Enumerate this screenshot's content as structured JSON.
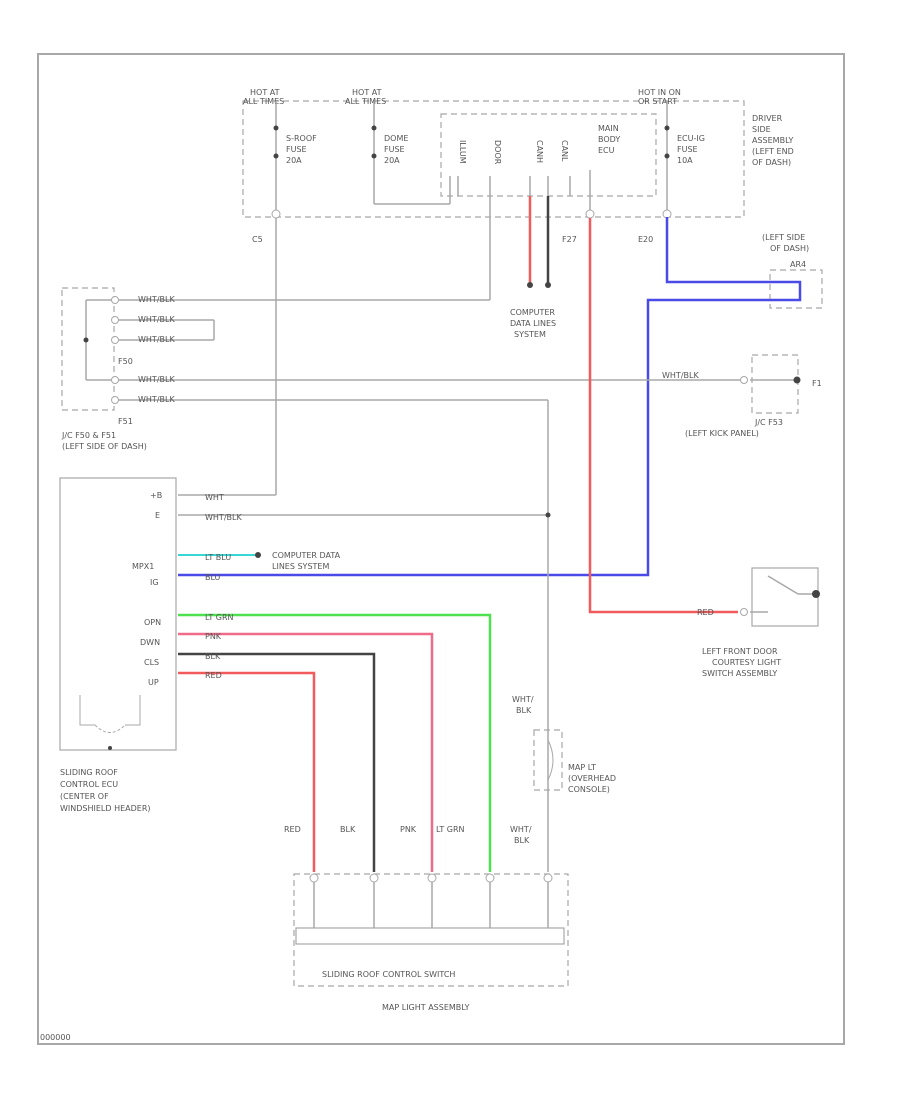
{
  "colors": {
    "red": "#f25b5b",
    "blue": "#4a4ae8",
    "green": "#4fe04f",
    "pink": "#f06a8a",
    "cyan": "#39d6d6",
    "black": "#444444",
    "wire": "#a8a8a8"
  },
  "fuse_box": {
    "hot1": [
      "HOT AT",
      "ALL TIMES"
    ],
    "hot2": [
      "HOT AT",
      "ALL TIMES"
    ],
    "hot3": [
      "HOT IN ON",
      "OR START"
    ],
    "fuse1": [
      "S-ROOF",
      "FUSE",
      "20A"
    ],
    "fuse2": [
      "DOME",
      "FUSE",
      "20A"
    ],
    "ecu": [
      "MAIN",
      "BODY",
      "ECU"
    ],
    "fuse3": [
      "ECU-IG",
      "FUSE",
      "10A"
    ],
    "side_label": [
      "DRIVER",
      "SIDE",
      "ASSEMBLY",
      "(LEFT END",
      "OF DASH)"
    ],
    "pin_labels": [
      "ILLUM",
      "DOOR",
      "CANH",
      "CANL"
    ],
    "c_left": "C5",
    "c_mid": "F27",
    "c_right": "E20"
  },
  "left_side": {
    "label": [
      "(LEFT SIDE",
      "OF DASH)"
    ],
    "jc": "AR4"
  },
  "jc_left": {
    "rows": [
      "WHT/BLK",
      "WHT/BLK",
      "WHT/BLK",
      "WHT/BLK",
      "WHT/BLK"
    ],
    "f50": "F50",
    "f51": "F51",
    "caption": [
      "J/C F50 & F51",
      "(LEFT SIDE OF DASH)"
    ]
  },
  "computer_lines": [
    "COMPUTER",
    "DATA LINES",
    "SYSTEM"
  ],
  "jc_right": {
    "wire": "WHT/BLK",
    "ground": "F1",
    "caption": [
      "J/C F53",
      "(LEFT KICK PANEL)"
    ]
  },
  "ecu_module": {
    "pins": [
      "+B",
      "E",
      "",
      "MPX1",
      "IG",
      "OPN",
      "DWN",
      "CLS",
      "UP"
    ],
    "wires": [
      "WHT",
      "WHT/BLK",
      "",
      "LT BLU",
      "BLU",
      "LT GRN",
      "PNK",
      "BLK",
      "RED"
    ],
    "data_note": [
      "COMPUTER DATA",
      "LINES SYSTEM"
    ],
    "caption": [
      "SLIDING ROOF",
      "CONTROL ECU",
      "(CENTER OF",
      "WINDSHIELD HEADER)"
    ]
  },
  "door_switch": {
    "wire": "RED",
    "caption": [
      "LEFT FRONT DOOR",
      "COURTESY LIGHT",
      "SWITCH ASSEMBLY"
    ]
  },
  "map_light": {
    "wire_top": [
      "WHT/",
      "BLK"
    ],
    "caption": [
      "MAP LT",
      "(OVERHEAD",
      "CONSOLE)"
    ]
  },
  "bottom_wires": [
    "RED",
    "BLK",
    "PNK",
    "LT GRN",
    "WHT/",
    "BLK"
  ],
  "bottom_box": {
    "inner": "SLIDING ROOF CONTROL SWITCH",
    "caption": "MAP LIGHT ASSEMBLY"
  },
  "footer_code": "000000"
}
